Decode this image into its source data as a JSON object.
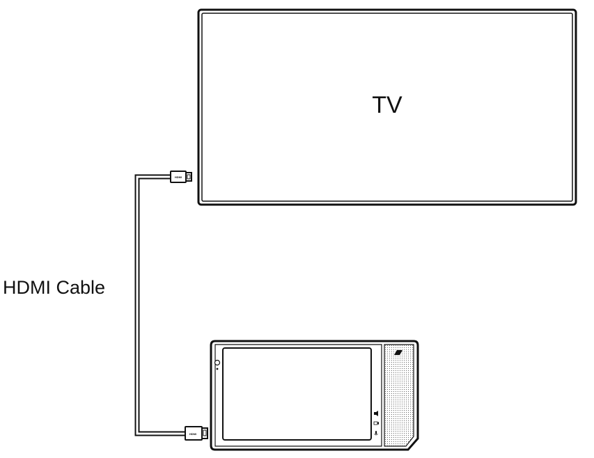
{
  "tv": {
    "label": "TV"
  },
  "cable": {
    "label": "HDMI Cable",
    "connector_text": "HDMI"
  },
  "colors": {
    "stroke": "#111111",
    "background": "#ffffff",
    "speaker_dots": "#666666"
  }
}
